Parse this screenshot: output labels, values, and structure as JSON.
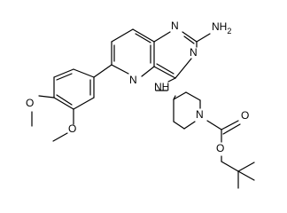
{
  "molecule": {
    "atom_labels": {
      "nh2": "NH",
      "nh2_subscript": "2",
      "n1": "N",
      "n3": "N",
      "n5": "N",
      "nh": "NH",
      "n_pip": "N",
      "o_ome4": "O",
      "o_ome3": "O",
      "o_carbonyl": "O",
      "o_ester": "O"
    }
  }
}
